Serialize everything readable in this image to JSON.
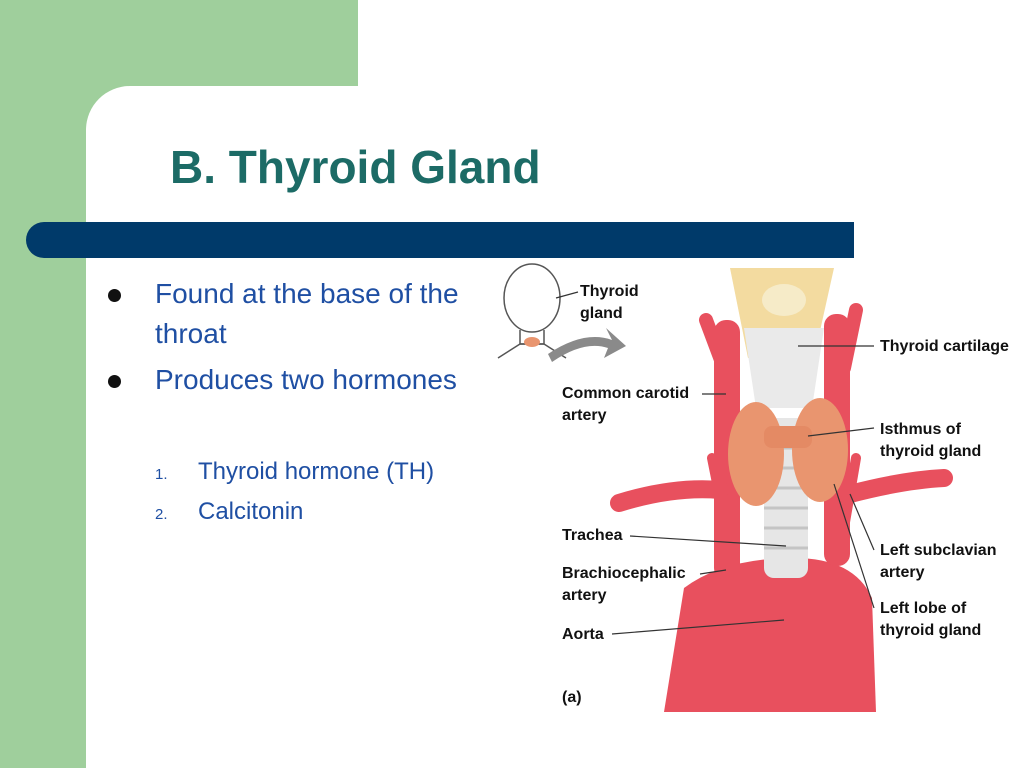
{
  "slide": {
    "title": "B. Thyroid Gland",
    "bullets": [
      {
        "text": "Found at the base of the throat"
      },
      {
        "text": "Produces two hormones"
      }
    ],
    "subitems": [
      {
        "number": "1.",
        "text": "Thyroid hormone (TH)"
      },
      {
        "number": "2.",
        "text": "Calcitonin"
      }
    ]
  },
  "figure": {
    "labels": {
      "thyroid_gland_l1": "Thyroid",
      "thyroid_gland_l2": "gland",
      "thyroid_cartilage": "Thyroid cartilage",
      "common_carotid_l1": "Common carotid",
      "common_carotid_l2": "artery",
      "isthmus_l1": "Isthmus of",
      "isthmus_l2": "thyroid gland",
      "trachea": "Trachea",
      "left_subclavian_l1": "Left subclavian",
      "left_subclavian_l2": "artery",
      "brachiocephalic_l1": "Brachiocephalic",
      "brachiocephalic_l2": "artery",
      "left_lobe_l1": "Left lobe of",
      "left_lobe_l2": "thyroid gland",
      "aorta": "Aorta",
      "panel_label": "(a)"
    }
  },
  "colors": {
    "title": "#1c6b66",
    "accent_bar": "#003a6a",
    "side_green": "#9fcf9c",
    "body_text": "#1f4fa3",
    "artery": "#e8505e",
    "thyroid": "#e9956f"
  }
}
